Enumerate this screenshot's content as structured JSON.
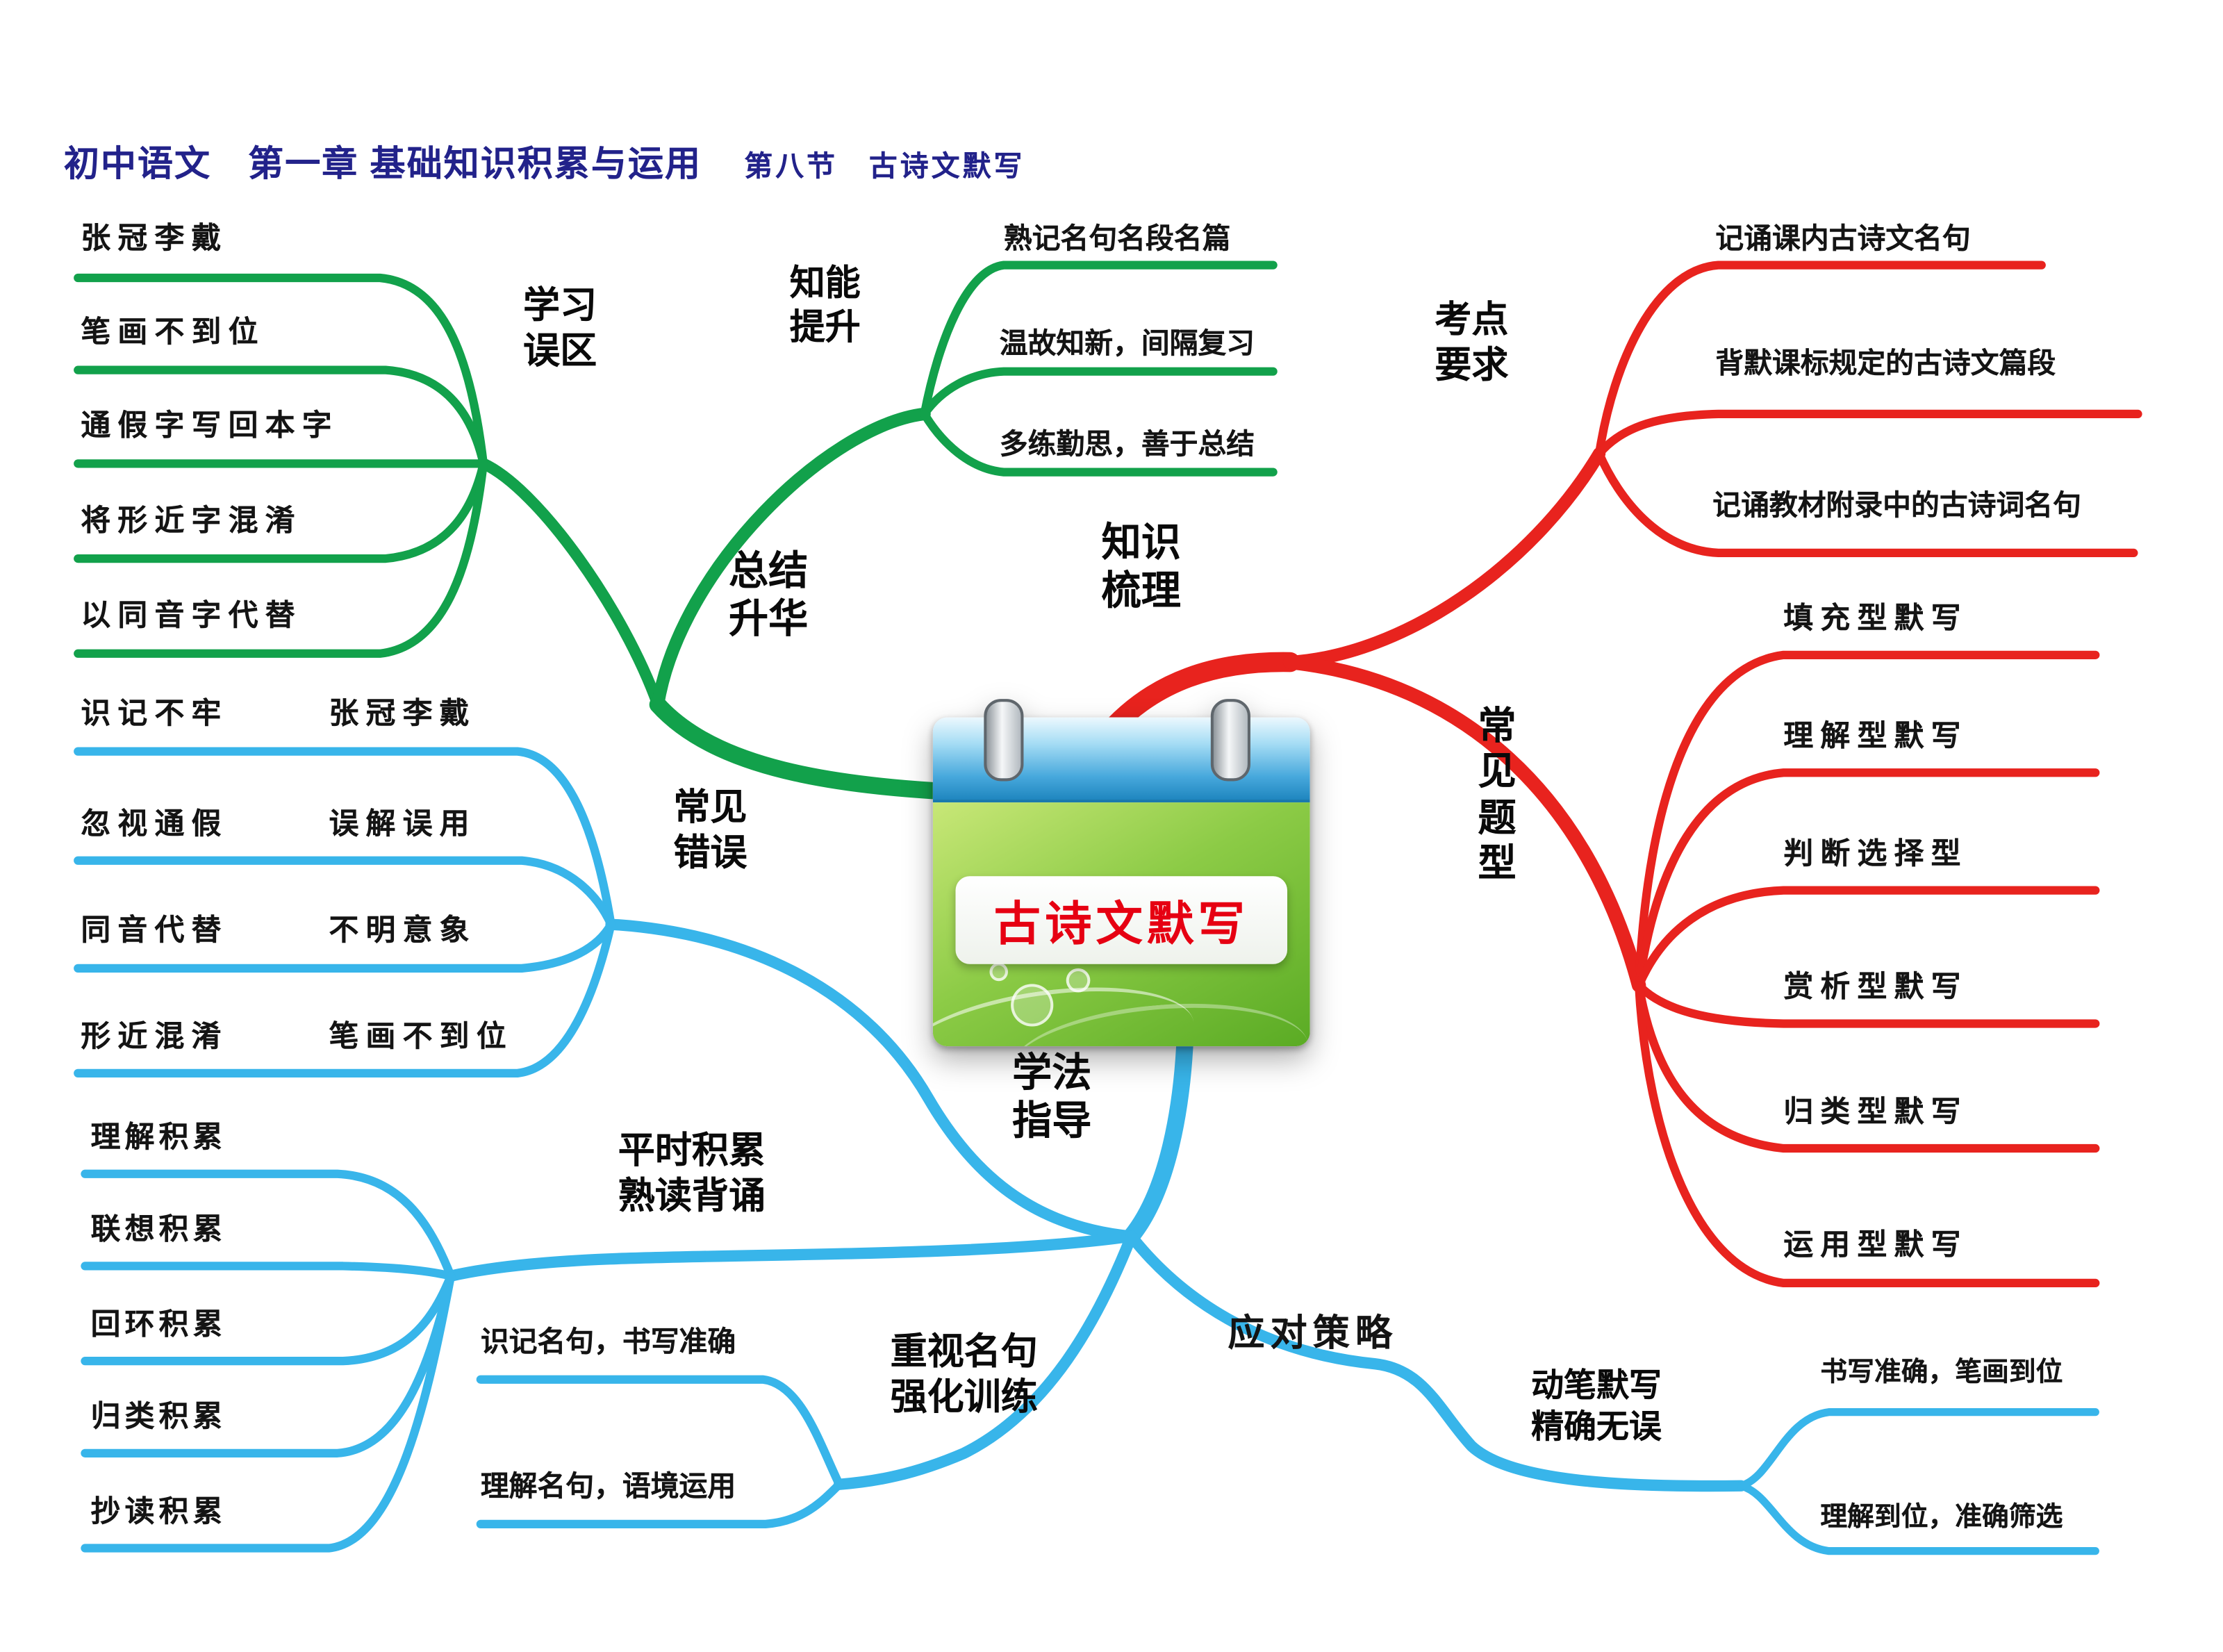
{
  "header": {
    "title_main": "初中语文　第一章 基础知识积累与运用",
    "title_section": "第八节　古诗文默写"
  },
  "center": {
    "label": "古诗文默写"
  },
  "palette": {
    "green": "#12a14b",
    "red": "#e8231e",
    "blue": "#38b5ea",
    "title_navy": "#22228a",
    "center_text_red": "#e60012"
  },
  "green_branch": {
    "summary_node": [
      "总结",
      "升华"
    ],
    "improve_node": [
      "知能",
      "提升"
    ],
    "improve_items": [
      "熟记名句名段名篇",
      "温故知新，间隔复习",
      "多练勤思，善于总结"
    ],
    "mistakes_node": [
      "学习",
      "误区"
    ],
    "mistakes_items": [
      "张冠李戴",
      "笔画不到位",
      "通假字写回本字",
      "将形近字混淆",
      "以同音字代替"
    ]
  },
  "red_branch": {
    "root_node": [
      "知识",
      "梳理"
    ],
    "exam_points_node": [
      "考点",
      "要求"
    ],
    "exam_points_items": [
      "记诵课内古诗文名句",
      "背默课标规定的古诗文篇段",
      "记诵教材附录中的古诗词名句"
    ],
    "question_types_node": [
      "常",
      "见",
      "题",
      "型"
    ],
    "question_types_items": [
      "填充型默写",
      "理解型默写",
      "判断选择型",
      "赏析型默写",
      "归类型默写",
      "运用型默写"
    ]
  },
  "blue_branch": {
    "errors_node": [
      "常见",
      "错误"
    ],
    "errors_rows": [
      {
        "cause": "识记不牢",
        "result": "张冠李戴"
      },
      {
        "cause": "忽视通假",
        "result": "误解误用"
      },
      {
        "cause": "同音代替",
        "result": "不明意象"
      },
      {
        "cause": "形近混淆",
        "result": "笔画不到位"
      }
    ],
    "guide_node": [
      "学法",
      "指导"
    ],
    "accumulate_node": [
      "平时积累",
      "熟读背诵"
    ],
    "accumulate_items": [
      "理解积累",
      "联想积累",
      "回环积累",
      "归类积累",
      "抄读积累"
    ],
    "famous_lines_node": [
      "重视名句",
      "强化训练"
    ],
    "famous_lines_items": [
      "识记名句，书写准确",
      "理解名句，语境运用"
    ],
    "strategy_node": "应对策略",
    "dictation_node": [
      "动笔默写",
      "精确无误"
    ],
    "dictation_items": [
      "书写准确，笔画到位",
      "理解到位，准确筛选"
    ]
  }
}
